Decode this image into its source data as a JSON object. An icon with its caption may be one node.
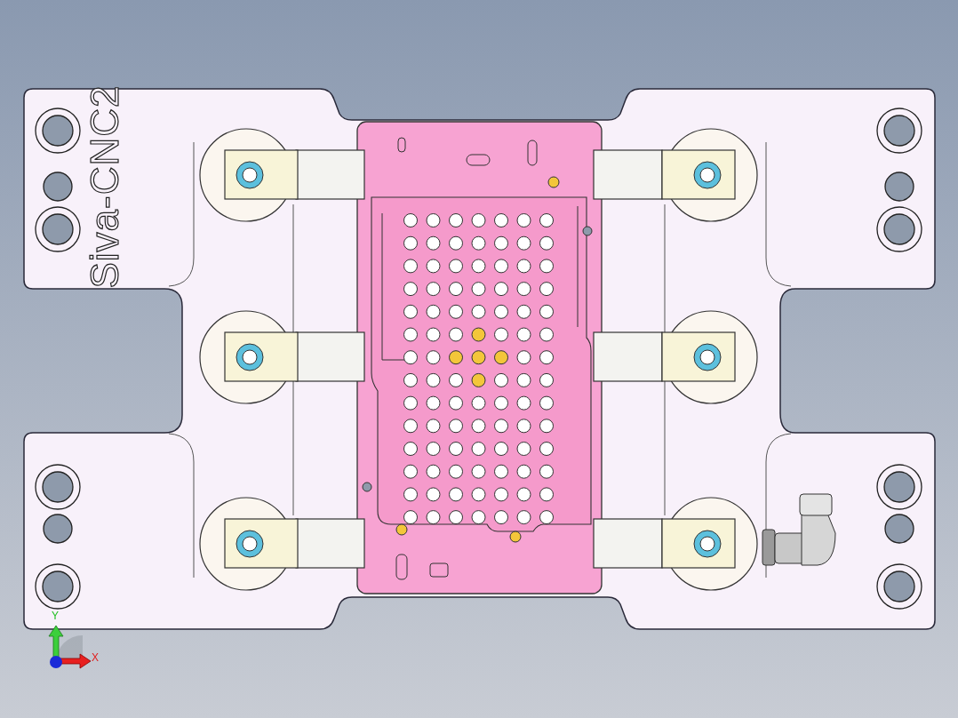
{
  "diagram": {
    "labels": [
      "Siva-CNC2",
      "Y",
      "X"
    ]
  }
}
